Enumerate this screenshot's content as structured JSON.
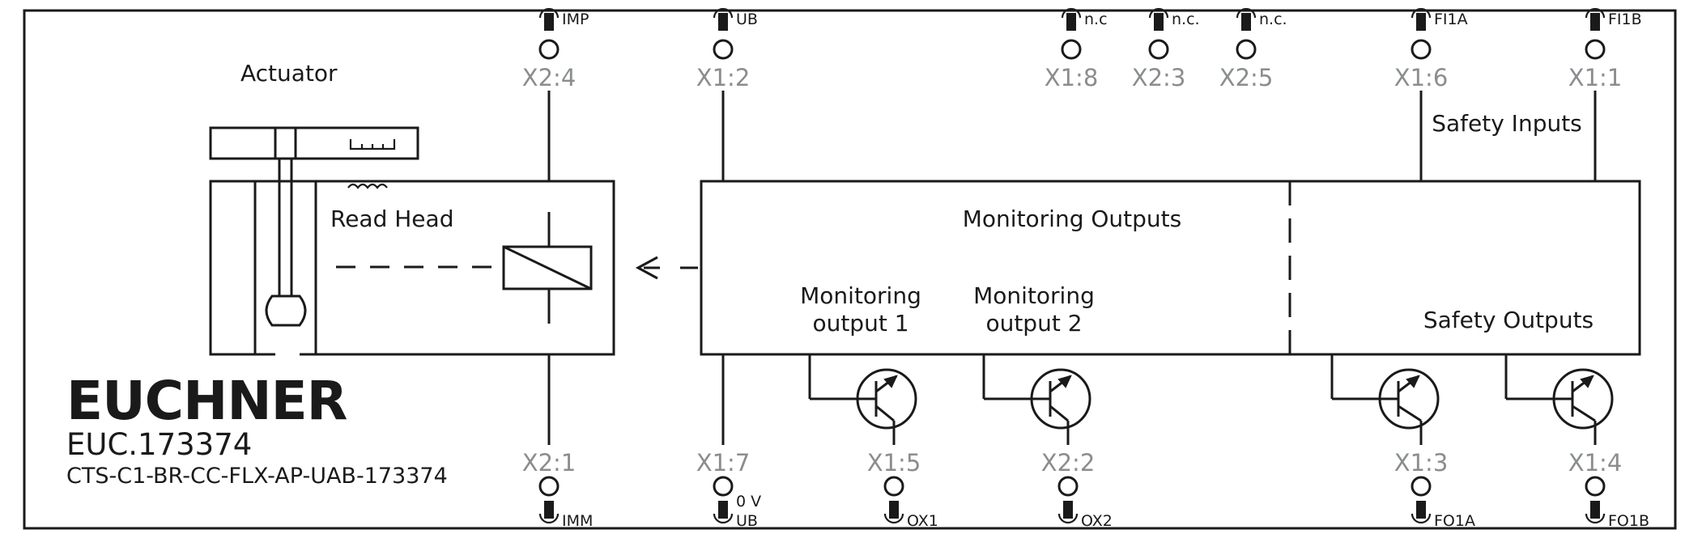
{
  "brand": "EUCHNER",
  "article_number": "EUC.173374",
  "type_code": "CTS-C1-BR-CC-FLX-AP-UAB-173374",
  "labels": {
    "actuator": "Actuator",
    "read_head": "Read Head",
    "monitoring_outputs": "Monitoring Outputs",
    "monitoring_output_1_line1": "Monitoring",
    "monitoring_output_1_line2": "output 1",
    "monitoring_output_2_line1": "Monitoring",
    "monitoring_output_2_line2": "output 2",
    "safety_inputs": "Safety Inputs",
    "safety_outputs": "Safety Outputs"
  },
  "top_terminals": [
    {
      "pin": "X2:4",
      "signal": "IMP"
    },
    {
      "pin": "X1:2",
      "signal": "UB"
    },
    {
      "pin": "X1:8",
      "signal": "n.c"
    },
    {
      "pin": "X2:3",
      "signal": "n.c."
    },
    {
      "pin": "X2:5",
      "signal": "n.c."
    },
    {
      "pin": "X1:6",
      "signal": "FI1A"
    },
    {
      "pin": "X1:1",
      "signal": "FI1B"
    }
  ],
  "bottom_terminals": [
    {
      "pin": "X2:1",
      "signal": "IMM"
    },
    {
      "pin": "X1:7",
      "signal": "UB",
      "signal_extra": "0 V"
    },
    {
      "pin": "X1:5",
      "signal": "OX1"
    },
    {
      "pin": "X2:2",
      "signal": "OX2"
    },
    {
      "pin": "X1:3",
      "signal": "FO1A"
    },
    {
      "pin": "X1:4",
      "signal": "FO1B"
    }
  ]
}
